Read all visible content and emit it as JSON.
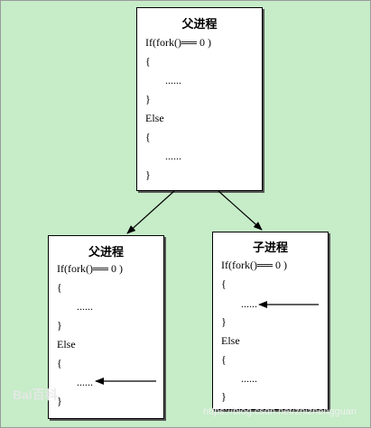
{
  "parent": {
    "title": "父进程",
    "lines": [
      "If(fork()══ 0 )",
      "{",
      "......",
      "}",
      "Else",
      "{",
      "......",
      "}"
    ]
  },
  "child_left": {
    "title": "父进程",
    "lines": [
      "If(fork()══ 0 )",
      "{",
      "......",
      "}",
      "Else",
      "{",
      "......",
      "}"
    ]
  },
  "child_right": {
    "title": "子进程",
    "lines": [
      "If(fork()══ 0 )",
      "{",
      "......",
      "}",
      "Else",
      "{",
      "......",
      "}"
    ]
  },
  "watermarks": {
    "left": "Bai百科",
    "right": "https://blog.csdn.net/zhizhengguan"
  }
}
